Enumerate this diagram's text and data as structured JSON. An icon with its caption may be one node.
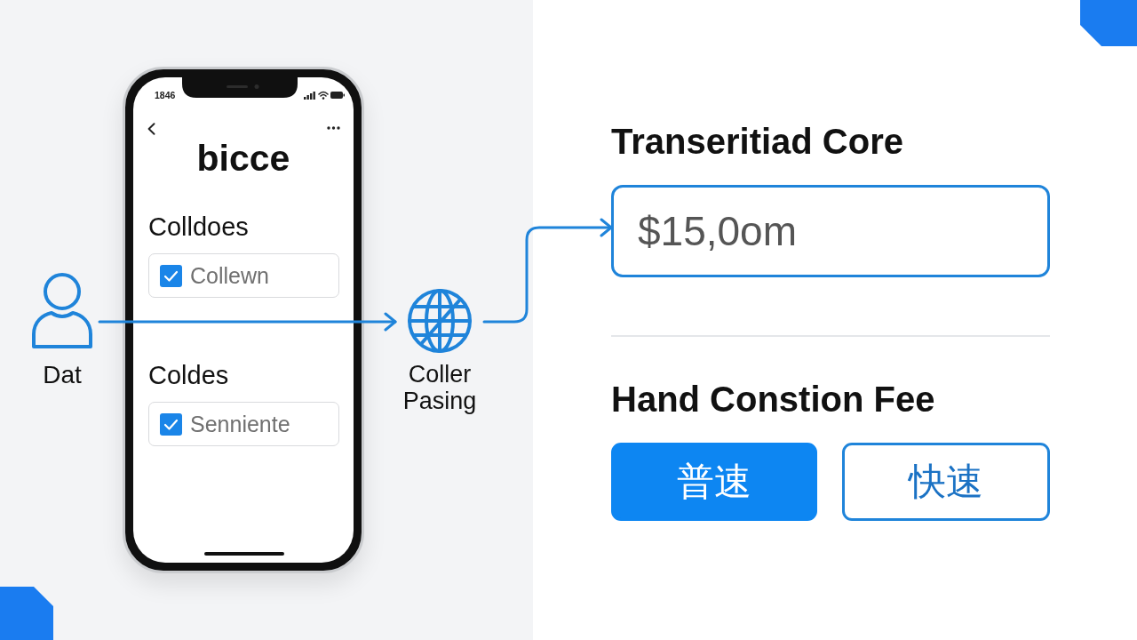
{
  "diagram": {
    "nodes": [
      {
        "text": [
          "Dat"
        ]
      },
      {
        "text": [
          "1846",
          "bicce",
          "Colldoes",
          "Coldes"
        ]
      },
      {
        "text": [
          "Collewn"
        ],
        "in": 1
      },
      {
        "text": [
          "Senniente"
        ],
        "in": 1
      },
      {
        "text": [
          "Coller Pasing"
        ]
      },
      {
        "text": [
          "Transeritiad Core",
          "Hand Constion Fee"
        ]
      },
      {
        "text": [
          "$15,0om"
        ],
        "in": 5
      },
      {
        "text": [
          "普速"
        ],
        "in": 5
      },
      {
        "text": [
          "快速"
        ],
        "in": 5
      }
    ],
    "edges": [
      {
        "from": 0,
        "to": 4,
        "arrow": "to"
      },
      {
        "from": 4,
        "to": 6,
        "arrow": "to"
      }
    ]
  }
}
